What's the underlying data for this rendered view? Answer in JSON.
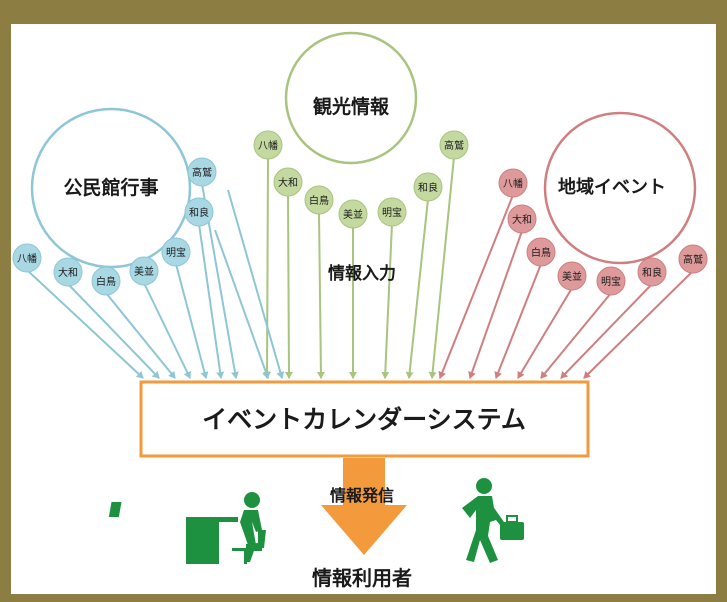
{
  "colors": {
    "frame": "#8c7d42",
    "blue": "#a8d8e4",
    "blue_stroke": "#8ec6d6",
    "green": "#c3d9a0",
    "green_stroke": "#a9c47f",
    "red": "#de9a9a",
    "red_stroke": "#d07f80",
    "orange": "#f39a3d",
    "figure_green": "#1e9140"
  },
  "groups": {
    "kouminkan": {
      "title": "公民館行事",
      "nodes": [
        "八幡",
        "大和",
        "白鳥",
        "美並",
        "明宝",
        "和良",
        "高鷲"
      ]
    },
    "kankou": {
      "title": "観光情報",
      "nodes": [
        "八幡",
        "大和",
        "白鳥",
        "美並",
        "明宝",
        "和良",
        "高鷲"
      ]
    },
    "chiiki": {
      "title": "地域イベント",
      "nodes": [
        "八幡",
        "大和",
        "白鳥",
        "美並",
        "明宝",
        "和良",
        "高鷲"
      ]
    }
  },
  "labels": {
    "input": "情報入力",
    "system": "イベントカレンダーシステム",
    "output": "情報発信",
    "users": "情報利用者"
  },
  "icons": {
    "desk_worker": "person-at-desk-icon",
    "walker": "person-walking-briefcase-icon"
  }
}
